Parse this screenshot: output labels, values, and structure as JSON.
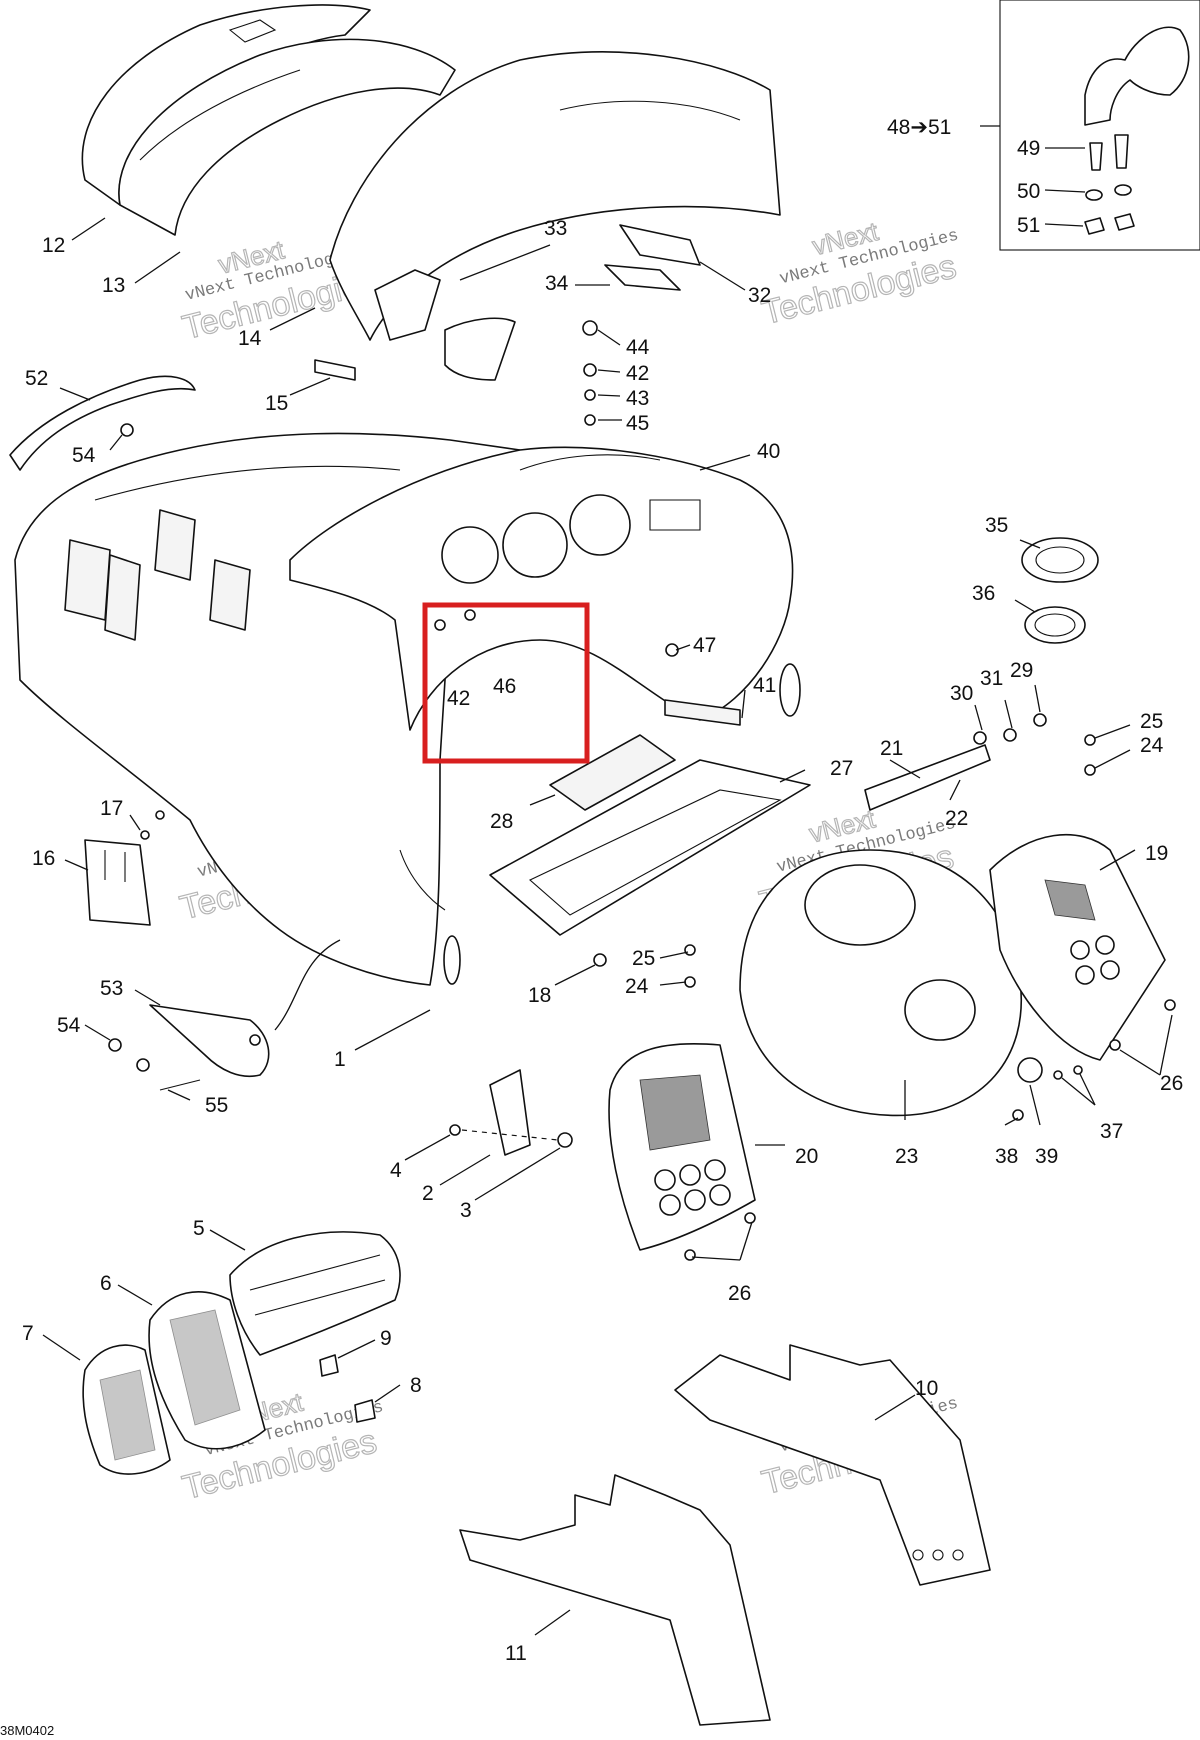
{
  "diagram": {
    "drawing_code": "38M0402",
    "inset_range_label": "48➔51",
    "watermark": {
      "line1": "vNext Technologies",
      "line2": "Technologies",
      "corner": "vNext"
    },
    "highlight": {
      "color": "#d81f1f"
    },
    "callouts": [
      {
        "id": "c12",
        "text": "12"
      },
      {
        "id": "c13",
        "text": "13"
      },
      {
        "id": "c14",
        "text": "14"
      },
      {
        "id": "c15",
        "text": "15"
      },
      {
        "id": "c33",
        "text": "33"
      },
      {
        "id": "c34",
        "text": "34"
      },
      {
        "id": "c32",
        "text": "32"
      },
      {
        "id": "c44",
        "text": "44"
      },
      {
        "id": "c42a",
        "text": "42"
      },
      {
        "id": "c43",
        "text": "43"
      },
      {
        "id": "c45",
        "text": "45"
      },
      {
        "id": "c52",
        "text": "52"
      },
      {
        "id": "c54a",
        "text": "54"
      },
      {
        "id": "c40",
        "text": "40"
      },
      {
        "id": "c35",
        "text": "35"
      },
      {
        "id": "c36",
        "text": "36"
      },
      {
        "id": "c47",
        "text": "47"
      },
      {
        "id": "c42b",
        "text": "42"
      },
      {
        "id": "c46",
        "text": "46"
      },
      {
        "id": "c41",
        "text": "41"
      },
      {
        "id": "c30",
        "text": "30"
      },
      {
        "id": "c31",
        "text": "31"
      },
      {
        "id": "c29",
        "text": "29"
      },
      {
        "id": "c25a",
        "text": "25"
      },
      {
        "id": "c24a",
        "text": "24"
      },
      {
        "id": "c21",
        "text": "21"
      },
      {
        "id": "c27",
        "text": "27"
      },
      {
        "id": "c28",
        "text": "28"
      },
      {
        "id": "c22",
        "text": "22"
      },
      {
        "id": "c19",
        "text": "19"
      },
      {
        "id": "c17",
        "text": "17"
      },
      {
        "id": "c16",
        "text": "16"
      },
      {
        "id": "c25b",
        "text": "25"
      },
      {
        "id": "c24b",
        "text": "24"
      },
      {
        "id": "c18",
        "text": "18"
      },
      {
        "id": "c53",
        "text": "53"
      },
      {
        "id": "c54b",
        "text": "54"
      },
      {
        "id": "c1",
        "text": "1"
      },
      {
        "id": "c55",
        "text": "55"
      },
      {
        "id": "c26a",
        "text": "26"
      },
      {
        "id": "c37",
        "text": "37"
      },
      {
        "id": "c4",
        "text": "4"
      },
      {
        "id": "c2",
        "text": "2"
      },
      {
        "id": "c3",
        "text": "3"
      },
      {
        "id": "c20",
        "text": "20"
      },
      {
        "id": "c23",
        "text": "23"
      },
      {
        "id": "c38",
        "text": "38"
      },
      {
        "id": "c39",
        "text": "39"
      },
      {
        "id": "c5",
        "text": "5"
      },
      {
        "id": "c6",
        "text": "6"
      },
      {
        "id": "c7",
        "text": "7"
      },
      {
        "id": "c9",
        "text": "9"
      },
      {
        "id": "c8",
        "text": "8"
      },
      {
        "id": "c26b",
        "text": "26"
      },
      {
        "id": "c10",
        "text": "10"
      },
      {
        "id": "c11",
        "text": "11"
      },
      {
        "id": "c49",
        "text": "49"
      },
      {
        "id": "c50",
        "text": "50"
      },
      {
        "id": "c51",
        "text": "51"
      }
    ]
  }
}
